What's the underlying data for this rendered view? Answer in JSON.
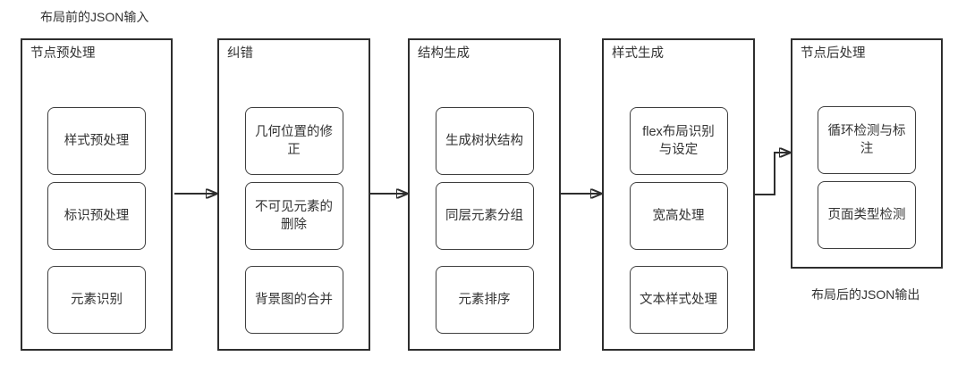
{
  "labels": {
    "input": "布局前的JSON输入",
    "output": "布局后的JSON输出"
  },
  "stages": [
    {
      "title": "节点预处理",
      "items": [
        "样式预处理",
        "标识预处理",
        "元素识别"
      ]
    },
    {
      "title": "纠错",
      "items": [
        "几何位置的修正",
        "不可见元素的删除",
        "背景图的合并"
      ]
    },
    {
      "title": "结构生成",
      "items": [
        "生成树状结构",
        "同层元素分组",
        "元素排序"
      ]
    },
    {
      "title": "样式生成",
      "items": [
        "flex布局识别与设定",
        "宽高处理",
        "文本样式处理"
      ]
    },
    {
      "title": "节点后处理",
      "items": [
        "循环检测与标注",
        "页面类型检测"
      ]
    }
  ],
  "connectors": [
    {
      "from": "节点预处理",
      "to": "纠错",
      "type": "straight-arrow"
    },
    {
      "from": "纠错",
      "to": "结构生成",
      "type": "straight-arrow"
    },
    {
      "from": "结构生成",
      "to": "样式生成",
      "type": "straight-arrow"
    },
    {
      "from": "样式生成",
      "to": "节点后处理",
      "type": "elbow-arrow"
    }
  ],
  "colors": {
    "background": "#ffffff",
    "outer_stroke": "#2e2e2e",
    "inner_stroke": "#3f3f3f",
    "text": "#333333"
  }
}
